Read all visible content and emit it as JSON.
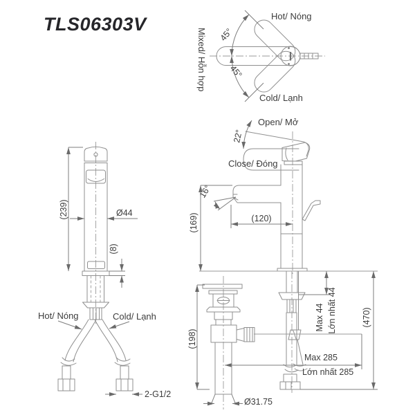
{
  "title": "TLS06303V",
  "top_view": {
    "hot_label": "Hot/ Nóng",
    "mixed_label": "Mixed/ Hỗn hợp",
    "cold_label": "Cold/ Lạnh",
    "angle_upper": "45°",
    "angle_lower": "45°"
  },
  "side_view": {
    "open_label": "Open/ Mở",
    "close_label": "Close/ Đóng",
    "open_angle": "22°",
    "spout_angle": "16°",
    "spout_reach": "(120)",
    "spout_height": "(169)"
  },
  "front_view": {
    "height": "(239)",
    "diameter": "Ø44",
    "base_thickness": "(8)",
    "hot_label": "Hot/ Nóng",
    "cold_label": "Cold/ Lạnh",
    "thread": "2-G1/2"
  },
  "install": {
    "max_rod": "Max 44",
    "max_rod_vi": "Lớn nhất 44",
    "hose_length": "(470)",
    "drain_height": "(198)",
    "max_reach": "Max 285",
    "max_reach_vi": "Lớn nhất 285",
    "drain_diameter": "Ø31.75"
  },
  "colors": {
    "line": "#8f8f8f",
    "dimension": "#7d7d7d",
    "text": "#3c3c3c",
    "title": "#26262a"
  }
}
